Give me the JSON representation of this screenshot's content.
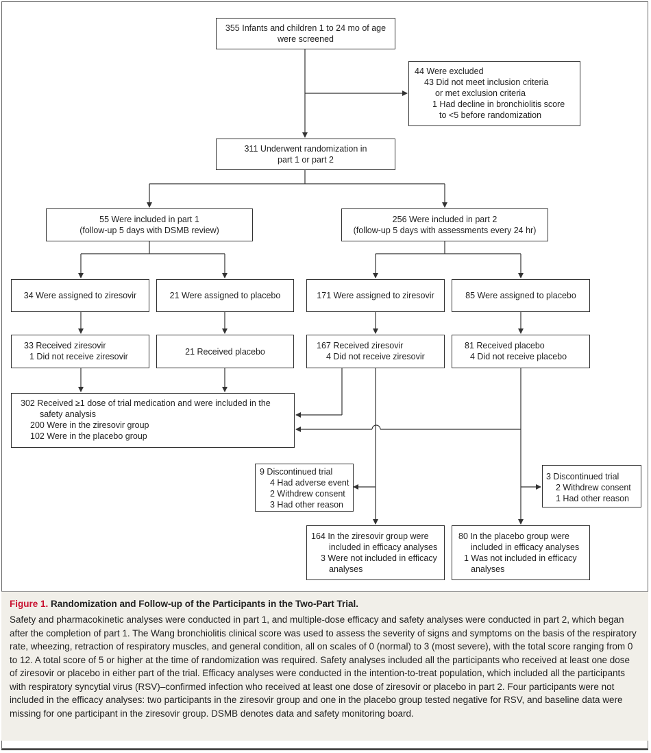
{
  "flowchart": {
    "screened": [
      "355 Infants and children 1 to 24 mo of age",
      "were screened"
    ],
    "excluded": {
      "header": "44 Were excluded",
      "reason1": [
        "43 Did not meet inclusion criteria",
        "or met exclusion criteria"
      ],
      "reason2": [
        "1 Had decline in bronchiolitis score",
        "to <5 before randomization"
      ]
    },
    "randomized": [
      "311 Underwent randomization in",
      "part 1 or part 2"
    ],
    "part1": [
      "55 Were included in part 1",
      "(follow-up 5 days with DSMB review)"
    ],
    "part2": [
      "256 Were included in part 2",
      "(follow-up 5 days with assessments every 24 hr)"
    ],
    "p1_ziresovir_assigned": "34 Were assigned to ziresovir",
    "p1_placebo_assigned": "21 Were assigned to placebo",
    "p2_ziresovir_assigned": "171 Were assigned to ziresovir",
    "p2_placebo_assigned": "85 Were assigned to placebo",
    "p1_ziresovir_received": [
      "33 Received ziresovir",
      "1 Did not receive ziresovir"
    ],
    "p1_placebo_received": "21 Received placebo",
    "p2_ziresovir_received": [
      "167 Received ziresovir",
      "4 Did not receive ziresovir"
    ],
    "p2_placebo_received": [
      "81 Received placebo",
      "4 Did not receive placebo"
    ],
    "safety": [
      "302 Received ≥1 dose of trial medication and were included in the",
      "safety analysis",
      "200 Were in the ziresovir group",
      "102 Were in the placebo group"
    ],
    "discontinued_ziresovir": [
      "9 Discontinued trial",
      "4 Had adverse event",
      "2 Withdrew consent",
      "3 Had other reason"
    ],
    "discontinued_placebo": [
      "3 Discontinued trial",
      "2 Withdrew consent",
      "1 Had other reason"
    ],
    "efficacy_ziresovir": [
      "164 In the ziresovir group were",
      "included in efficacy analyses",
      "3 Were not included in efficacy",
      "analyses"
    ],
    "efficacy_placebo": [
      "80 In the placebo group were",
      "included in efficacy analyses",
      "1 Was not included in efficacy",
      "analyses"
    ]
  },
  "caption": {
    "label": "Figure 1.",
    "title": "Randomization and Follow-up of the Participants in the Two-Part Trial.",
    "text": "Safety and pharmacokinetic analyses were conducted in part 1, and multiple-dose efficacy and safety analyses were conducted in part 2, which began after the completion of part 1. The Wang bronchiolitis clinical score was used to assess the severity of signs and symptoms on the basis of the respiratory rate, wheezing, retraction of respiratory muscles, and general condition, all on scales of 0 (normal) to 3 (most severe), with the total score ranging from 0 to 12. A total score of 5 or higher at the time of randomization was required. Safety analyses included all the participants who received at least one dose of ziresovir or placebo in either part of the trial. Efficacy analyses were conducted in the intention-to-treat population, which included all the participants with respiratory syncytial virus (RSV)–confirmed infection who received at least one dose of ziresovir or placebo in part 2. Four participants were not included in the efficacy analyses: two participants in the ziresovir group and one in the placebo group tested negative for RSV, and baseline data were missing for one participant in the ziresovir group. DSMB denotes data and safety monitoring board."
  }
}
